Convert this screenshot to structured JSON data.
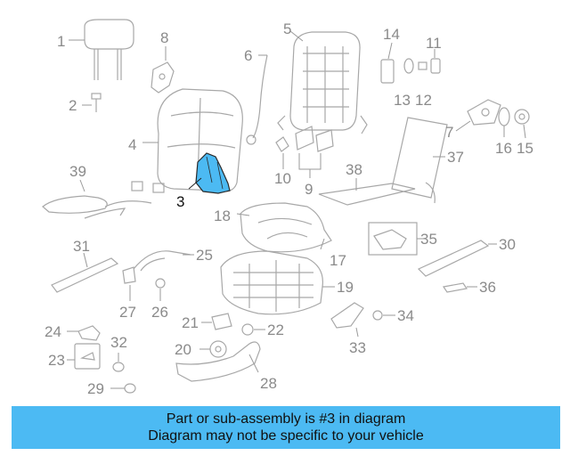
{
  "diagram": {
    "labels": [
      "1",
      "2",
      "3",
      "4",
      "5",
      "6",
      "7",
      "8",
      "9",
      "10",
      "11",
      "12",
      "13",
      "14",
      "15",
      "16",
      "17",
      "18",
      "19",
      "20",
      "21",
      "22",
      "23",
      "24",
      "25",
      "26",
      "27",
      "28",
      "29",
      "30",
      "31",
      "32",
      "33",
      "34",
      "35",
      "36",
      "37",
      "38",
      "39"
    ],
    "highlighted_part": "3",
    "highlight_color": "#4cbaf3"
  },
  "banner": {
    "line1": "Part or sub-assembly is #3 in diagram",
    "line2": "Diagram may not be specific to your vehicle",
    "color": "#4cbaf3"
  }
}
